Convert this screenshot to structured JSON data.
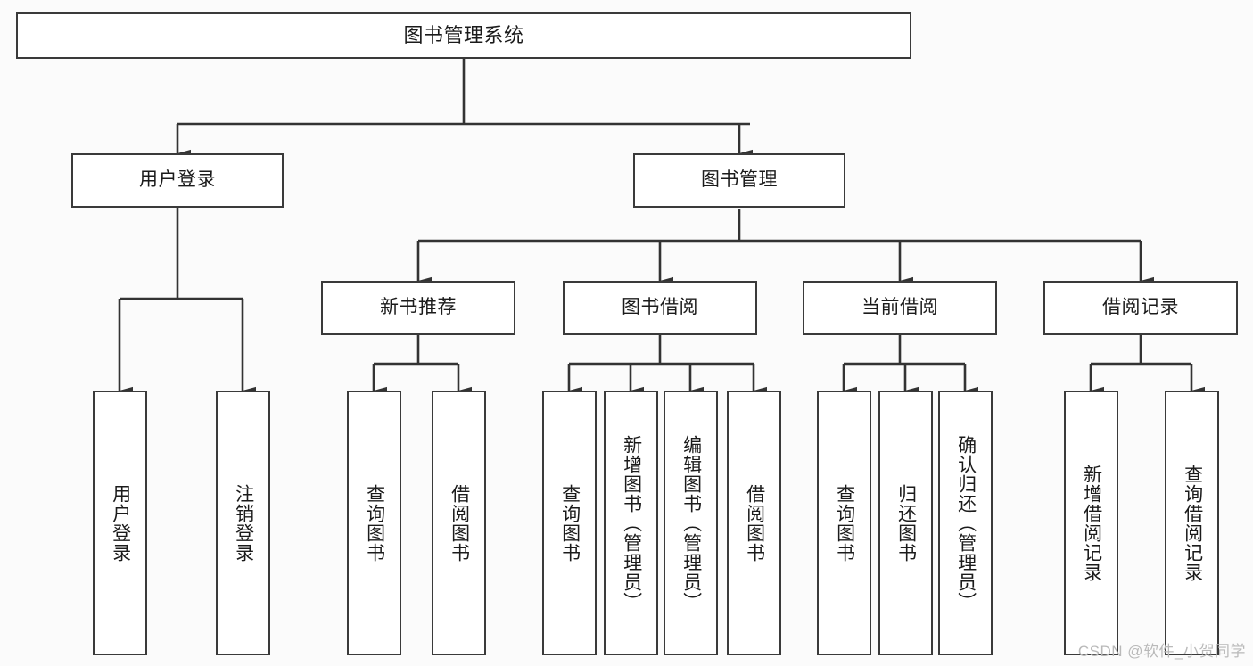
{
  "diagram": {
    "title": "图书管理系统",
    "watermark": "CSDN @软件_小贺同学",
    "accent_color": "#3a3a3a",
    "background_color": "#fbfbfb",
    "box_fill": "#ffffff",
    "root": {
      "label": "图书管理系统"
    },
    "level1": [
      {
        "label": "用户登录"
      },
      {
        "label": "图书管理"
      }
    ],
    "level2": [
      {
        "label": "新书推荐"
      },
      {
        "label": "图书借阅"
      },
      {
        "label": "当前借阅"
      },
      {
        "label": "借阅记录"
      }
    ],
    "leaves": {
      "user_login": [
        {
          "label": "用户登录"
        },
        {
          "label": "注销登录"
        }
      ],
      "new_books": [
        {
          "label": "查询图书"
        },
        {
          "label": "借阅图书"
        }
      ],
      "book_borrow": [
        {
          "label": "查询图书"
        },
        {
          "label": "新增图书（管理员）"
        },
        {
          "label": "编辑图书（管理员）"
        },
        {
          "label": "借阅图书"
        }
      ],
      "current_borrow": [
        {
          "label": "查询图书"
        },
        {
          "label": "归还图书"
        },
        {
          "label": "确认归还（管理员）"
        }
      ],
      "borrow_records": [
        {
          "label": "新增借阅记录"
        },
        {
          "label": "查询借阅记录"
        }
      ]
    }
  }
}
